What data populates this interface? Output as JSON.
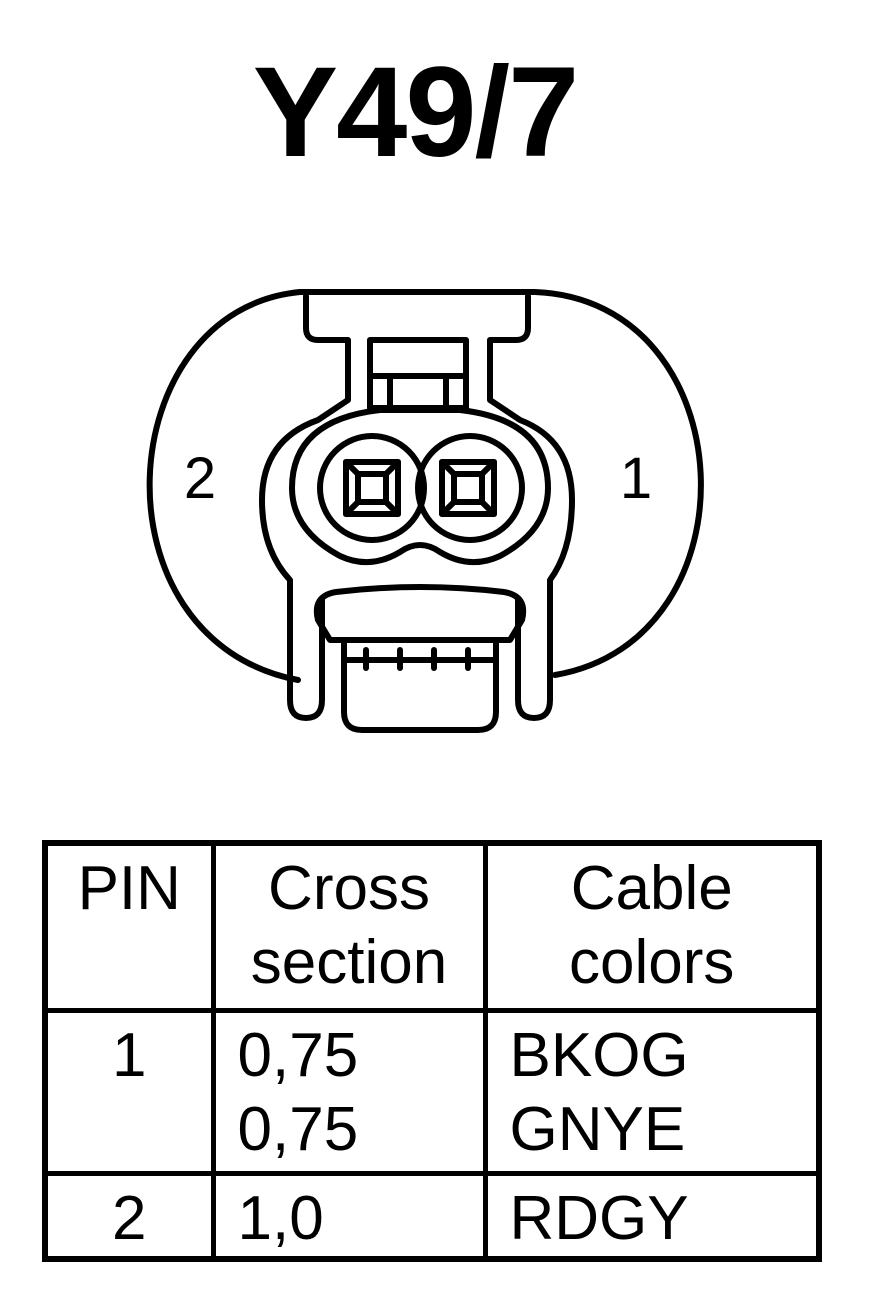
{
  "title": "Y49/7",
  "connector": {
    "pin_left_label": "2",
    "pin_right_label": "1"
  },
  "table": {
    "headers": [
      [
        "PIN"
      ],
      [
        "Cross",
        "section"
      ],
      [
        "Cable",
        "colors"
      ]
    ],
    "rows": [
      {
        "pin": "1",
        "cross_section": [
          "0,75",
          "0,75"
        ],
        "colors": [
          "BKOG",
          "GNYE"
        ]
      },
      {
        "pin": "2",
        "cross_section": [
          "1,0"
        ],
        "colors": [
          "RDGY"
        ]
      }
    ]
  }
}
